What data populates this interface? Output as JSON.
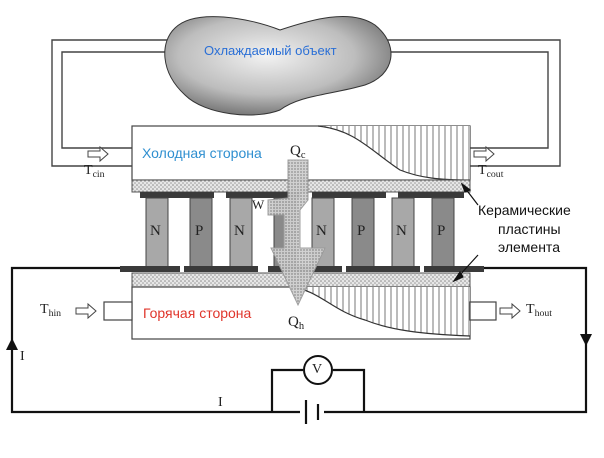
{
  "object": {
    "label": "Охлаждаемый объект"
  },
  "cold_side": {
    "label": "Холодная сторона",
    "heat": "Q",
    "heat_sub": "c"
  },
  "hot_side": {
    "label": "Горячая сторона",
    "heat": "Q",
    "heat_sub": "h"
  },
  "temps": {
    "cin": {
      "base": "T",
      "sub": "cin"
    },
    "cout": {
      "base": "T",
      "sub": "cout"
    },
    "hin": {
      "base": "T",
      "sub": "hin"
    },
    "hout": {
      "base": "T",
      "sub": "hout"
    }
  },
  "legs": [
    "N",
    "P",
    "N",
    "W",
    "N",
    "P",
    "N",
    "P"
  ],
  "ceramic": {
    "label_line1": "Керамические",
    "label_line2": "пластины",
    "label_line3": "элемента"
  },
  "circuit": {
    "current_left": "I",
    "current_bottom": "I",
    "voltmeter": "V"
  },
  "colors": {
    "cold_text": "#2f8fd0",
    "hot_text": "#e0352b",
    "object_text": "#2a6fd6",
    "line": "#1a1a1a"
  }
}
